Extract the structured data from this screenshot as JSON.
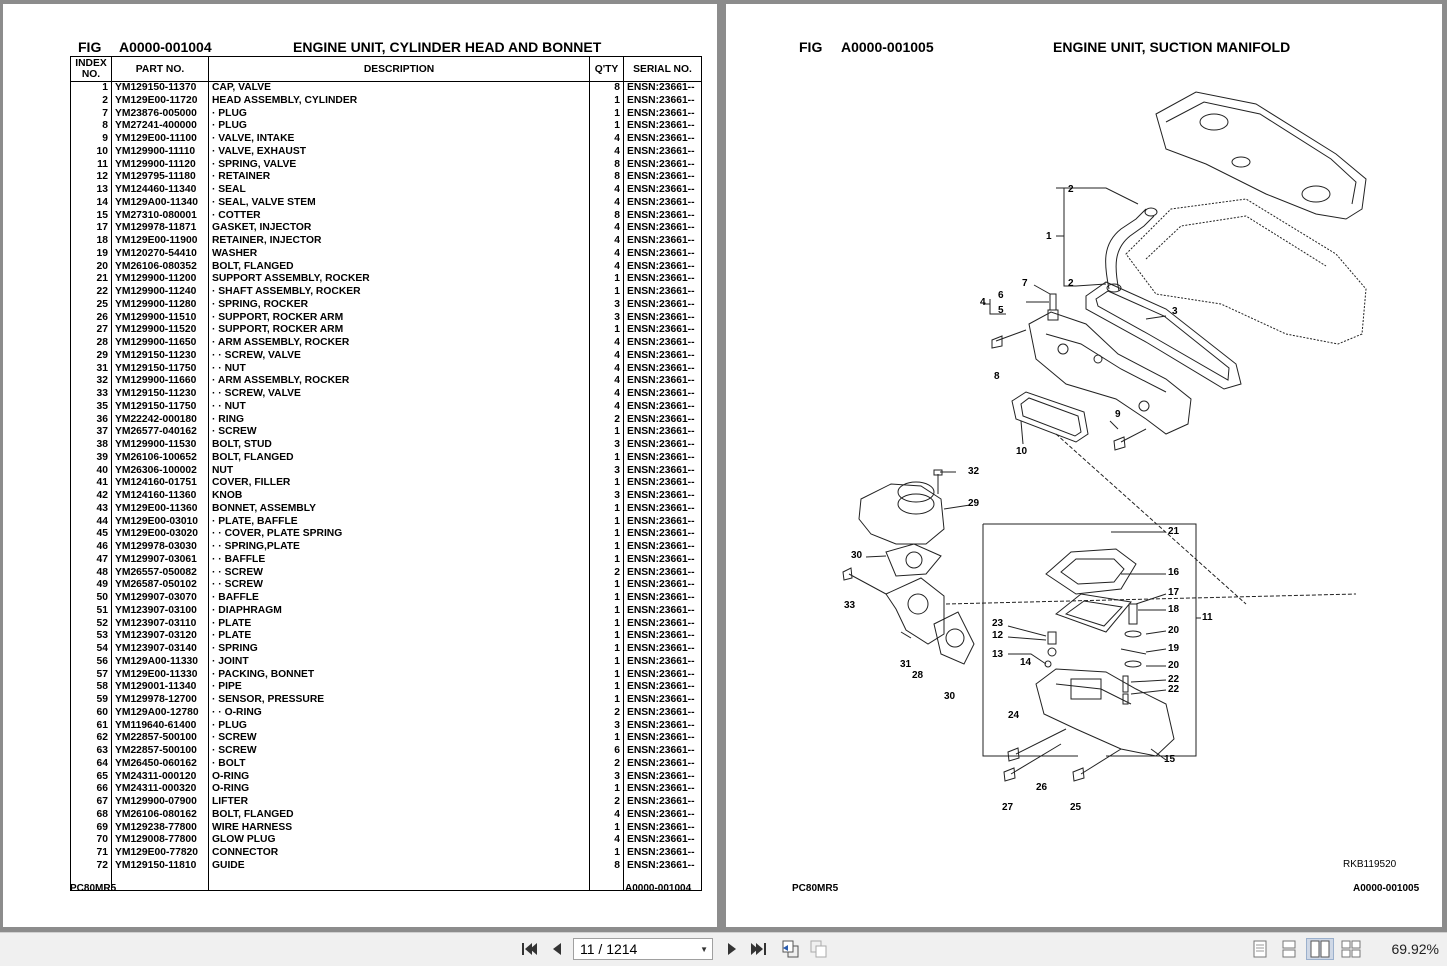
{
  "left_page": {
    "fig_label": "FIG",
    "fig_number": "A0000-001004",
    "title": "ENGINE UNIT, CYLINDER HEAD AND BONNET",
    "columns": [
      "INDEX NO.",
      "PART NO.",
      "DESCRIPTION",
      "Q'TY",
      "SERIAL NO."
    ],
    "rows": [
      [
        "1",
        "YM129150-11370",
        "CAP, VALVE",
        "8",
        "ENSN:23661--"
      ],
      [
        "2",
        "YM129E00-11720",
        "HEAD ASSEMBLY, CYLINDER",
        "1",
        "ENSN:23661--"
      ],
      [
        "7",
        "YM23876-005000",
        "· PLUG",
        "1",
        "ENSN:23661--"
      ],
      [
        "8",
        "YM27241-400000",
        "· PLUG",
        "1",
        "ENSN:23661--"
      ],
      [
        "9",
        "YM129E00-11100",
        "· VALVE, INTAKE",
        "4",
        "ENSN:23661--"
      ],
      [
        "10",
        "YM129900-11110",
        "· VALVE, EXHAUST",
        "4",
        "ENSN:23661--"
      ],
      [
        "11",
        "YM129900-11120",
        "· SPRING, VALVE",
        "8",
        "ENSN:23661--"
      ],
      [
        "12",
        "YM129795-11180",
        "· RETAINER",
        "8",
        "ENSN:23661--"
      ],
      [
        "13",
        "YM124460-11340",
        "· SEAL",
        "4",
        "ENSN:23661--"
      ],
      [
        "14",
        "YM129A00-11340",
        "· SEAL, VALVE STEM",
        "4",
        "ENSN:23661--"
      ],
      [
        "15",
        "YM27310-080001",
        "· COTTER",
        "8",
        "ENSN:23661--"
      ],
      [
        "17",
        "YM129978-11871",
        "GASKET, INJECTOR",
        "4",
        "ENSN:23661--"
      ],
      [
        "18",
        "YM129E00-11900",
        "RETAINER, INJECTOR",
        "4",
        "ENSN:23661--"
      ],
      [
        "19",
        "YM120270-54410",
        "WASHER",
        "4",
        "ENSN:23661--"
      ],
      [
        "20",
        "YM26106-080352",
        "BOLT, FLANGED",
        "4",
        "ENSN:23661--"
      ],
      [
        "21",
        "YM129900-11200",
        "SUPPORT ASSEMBLY, ROCKER",
        "1",
        "ENSN:23661--"
      ],
      [
        "22",
        "YM129900-11240",
        "· SHAFT ASSEMBLY, ROCKER",
        "1",
        "ENSN:23661--"
      ],
      [
        "25",
        "YM129900-11280",
        "· SPRING, ROCKER",
        "3",
        "ENSN:23661--"
      ],
      [
        "26",
        "YM129900-11510",
        "· SUPPORT, ROCKER ARM",
        "3",
        "ENSN:23661--"
      ],
      [
        "27",
        "YM129900-11520",
        "· SUPPORT, ROCKER ARM",
        "1",
        "ENSN:23661--"
      ],
      [
        "28",
        "YM129900-11650",
        "· ARM ASSEMBLY, ROCKER",
        "4",
        "ENSN:23661--"
      ],
      [
        "29",
        "YM129150-11230",
        "· · SCREW, VALVE",
        "4",
        "ENSN:23661--"
      ],
      [
        "31",
        "YM129150-11750",
        "· · NUT",
        "4",
        "ENSN:23661--"
      ],
      [
        "32",
        "YM129900-11660",
        "· ARM ASSEMBLY, ROCKER",
        "4",
        "ENSN:23661--"
      ],
      [
        "33",
        "YM129150-11230",
        "· · SCREW, VALVE",
        "4",
        "ENSN:23661--"
      ],
      [
        "35",
        "YM129150-11750",
        "· · NUT",
        "4",
        "ENSN:23661--"
      ],
      [
        "36",
        "YM22242-000180",
        "· RING",
        "2",
        "ENSN:23661--"
      ],
      [
        "37",
        "YM26577-040162",
        "· SCREW",
        "1",
        "ENSN:23661--"
      ],
      [
        "38",
        "YM129900-11530",
        "BOLT, STUD",
        "3",
        "ENSN:23661--"
      ],
      [
        "39",
        "YM26106-100652",
        "BOLT, FLANGED",
        "1",
        "ENSN:23661--"
      ],
      [
        "40",
        "YM26306-100002",
        "NUT",
        "3",
        "ENSN:23661--"
      ],
      [
        "41",
        "YM124160-01751",
        "COVER, FILLER",
        "1",
        "ENSN:23661--"
      ],
      [
        "42",
        "YM124160-11360",
        "KNOB",
        "3",
        "ENSN:23661--"
      ],
      [
        "43",
        "YM129E00-11360",
        "BONNET, ASSEMBLY",
        "1",
        "ENSN:23661--"
      ],
      [
        "44",
        "YM129E00-03010",
        "· PLATE, BAFFLE",
        "1",
        "ENSN:23661--"
      ],
      [
        "45",
        "YM129E00-03020",
        "· · COVER, PLATE SPRING",
        "1",
        "ENSN:23661--"
      ],
      [
        "46",
        "YM129978-03030",
        "· · SPRING,PLATE",
        "1",
        "ENSN:23661--"
      ],
      [
        "47",
        "YM129907-03061",
        "· · BAFFLE",
        "1",
        "ENSN:23661--"
      ],
      [
        "48",
        "YM26557-050082",
        "· · SCREW",
        "2",
        "ENSN:23661--"
      ],
      [
        "49",
        "YM26587-050102",
        "· · SCREW",
        "1",
        "ENSN:23661--"
      ],
      [
        "50",
        "YM129907-03070",
        "· BAFFLE",
        "1",
        "ENSN:23661--"
      ],
      [
        "51",
        "YM123907-03100",
        "· DIAPHRAGM",
        "1",
        "ENSN:23661--"
      ],
      [
        "52",
        "YM123907-03110",
        "· PLATE",
        "1",
        "ENSN:23661--"
      ],
      [
        "53",
        "YM123907-03120",
        "· PLATE",
        "1",
        "ENSN:23661--"
      ],
      [
        "54",
        "YM123907-03140",
        "· SPRING",
        "1",
        "ENSN:23661--"
      ],
      [
        "56",
        "YM129A00-11330",
        "· JOINT",
        "1",
        "ENSN:23661--"
      ],
      [
        "57",
        "YM129E00-11330",
        "· PACKING, BONNET",
        "1",
        "ENSN:23661--"
      ],
      [
        "58",
        "YM129001-11340",
        "· PIPE",
        "1",
        "ENSN:23661--"
      ],
      [
        "59",
        "YM129978-12700",
        "· SENSOR, PRESSURE",
        "1",
        "ENSN:23661--"
      ],
      [
        "60",
        "YM129A00-12780",
        "· · O-RING",
        "2",
        "ENSN:23661--"
      ],
      [
        "61",
        "YM119640-61400",
        "· PLUG",
        "3",
        "ENSN:23661--"
      ],
      [
        "62",
        "YM22857-500100",
        "· SCREW",
        "1",
        "ENSN:23661--"
      ],
      [
        "63",
        "YM22857-500100",
        "· SCREW",
        "6",
        "ENSN:23661--"
      ],
      [
        "64",
        "YM26450-060162",
        "· BOLT",
        "2",
        "ENSN:23661--"
      ],
      [
        "65",
        "YM24311-000120",
        "O-RING",
        "3",
        "ENSN:23661--"
      ],
      [
        "66",
        "YM24311-000320",
        "O-RING",
        "1",
        "ENSN:23661--"
      ],
      [
        "67",
        "YM129900-07900",
        "LIFTER",
        "2",
        "ENSN:23661--"
      ],
      [
        "68",
        "YM26106-080162",
        "BOLT, FLANGED",
        "4",
        "ENSN:23661--"
      ],
      [
        "69",
        "YM129238-77800",
        "WIRE HARNESS",
        "1",
        "ENSN:23661--"
      ],
      [
        "70",
        "YM129008-77800",
        "GLOW PLUG",
        "4",
        "ENSN:23661--"
      ],
      [
        "71",
        "YM129E00-77820",
        "CONNECTOR",
        "1",
        "ENSN:23661--"
      ],
      [
        "72",
        "YM129150-11810",
        "GUIDE",
        "8",
        "ENSN:23661--"
      ]
    ],
    "footer_model": "PC80MR5",
    "footer_fig": "A0000-001004"
  },
  "right_page": {
    "fig_label": "FIG",
    "fig_number": "A0000-001005",
    "title": "ENGINE UNIT, SUCTION MANIFOLD",
    "callouts": [
      "1",
      "2",
      "2",
      "3",
      "4",
      "5",
      "6",
      "7",
      "8",
      "9",
      "10",
      "11",
      "12",
      "13",
      "14",
      "15",
      "16",
      "17",
      "18",
      "19",
      "20",
      "20",
      "21",
      "22",
      "22",
      "23",
      "24",
      "25",
      "26",
      "27",
      "28",
      "29",
      "30",
      "30",
      "31",
      "32",
      "33"
    ],
    "drawing_code": "RKB119520",
    "footer_model": "PC80MR5",
    "footer_fig": "A0000-001005"
  },
  "toolbar": {
    "page_value": "11 / 1214",
    "zoom": "69.92%",
    "icons": [
      "first-page-icon",
      "prev-page-icon",
      "next-page-icon",
      "last-page-icon",
      "go-back-view-icon",
      "go-forward-view-icon",
      "single-page-view-icon",
      "continuous-view-icon",
      "facing-view-icon",
      "continuous-facing-view-icon"
    ]
  }
}
